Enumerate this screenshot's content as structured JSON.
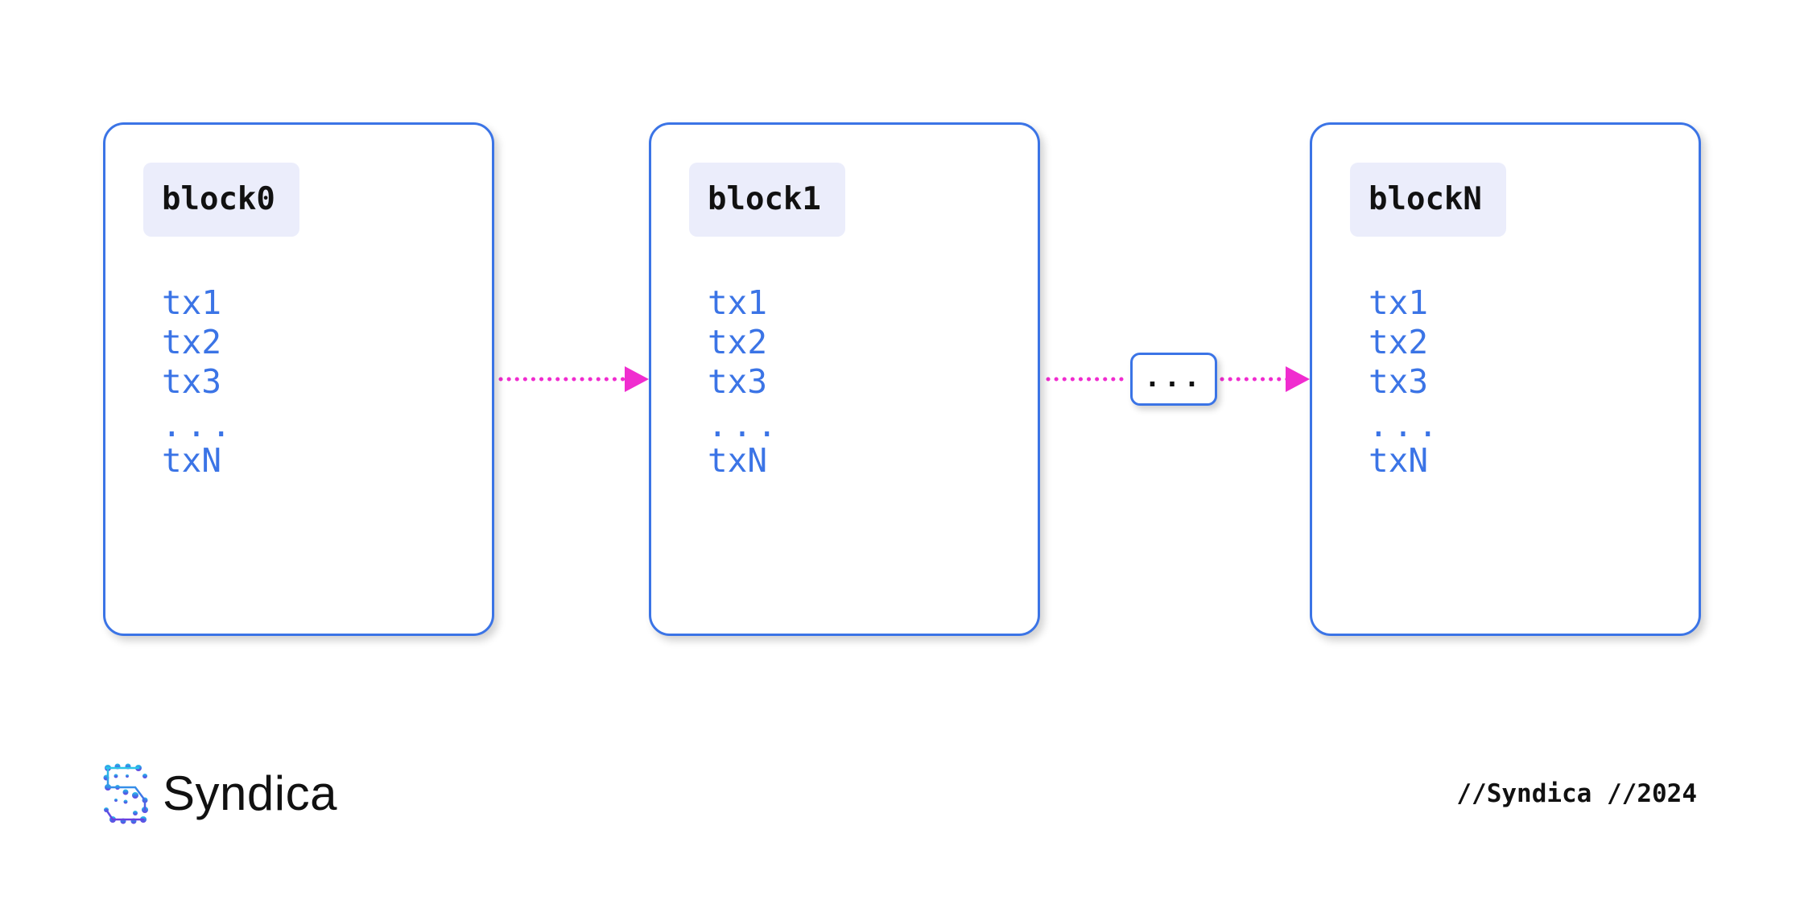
{
  "blocks": [
    {
      "title": "block0",
      "transactions": [
        "tx1",
        "tx2",
        "tx3",
        "...",
        "txN"
      ]
    },
    {
      "title": "block1",
      "transactions": [
        "tx1",
        "tx2",
        "tx3",
        "...",
        "txN"
      ]
    },
    {
      "title": "blockN",
      "transactions": [
        "tx1",
        "tx2",
        "tx3",
        "...",
        "txN"
      ]
    }
  ],
  "ellipsis_node": "...",
  "brand": {
    "name": "Syndica",
    "logo_icon": "syndica-logo-icon"
  },
  "footer": {
    "credit": "//Syndica //2024"
  },
  "colors": {
    "block_border": "#3b74e6",
    "title_background": "#ebedfb",
    "transaction_text": "#3b74e6",
    "arrow": "#f02ccf",
    "text": "#111111"
  }
}
